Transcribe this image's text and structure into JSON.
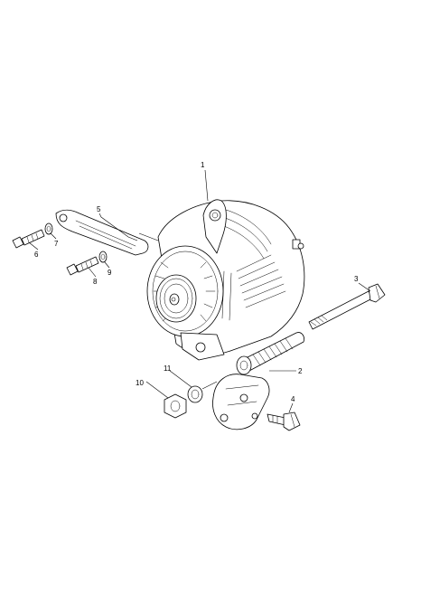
{
  "diagram": {
    "callouts": [
      {
        "id": "1",
        "label": "1"
      },
      {
        "id": "2",
        "label": "2"
      },
      {
        "id": "3",
        "label": "3"
      },
      {
        "id": "4",
        "label": "4"
      },
      {
        "id": "5",
        "label": "5"
      },
      {
        "id": "6",
        "label": "6"
      },
      {
        "id": "7",
        "label": "7"
      },
      {
        "id": "8",
        "label": "8"
      },
      {
        "id": "9",
        "label": "9"
      },
      {
        "id": "10",
        "label": "10"
      },
      {
        "id": "11",
        "label": "11"
      }
    ],
    "colors": {
      "ink": "#000000",
      "paper": "#ffffff"
    }
  }
}
